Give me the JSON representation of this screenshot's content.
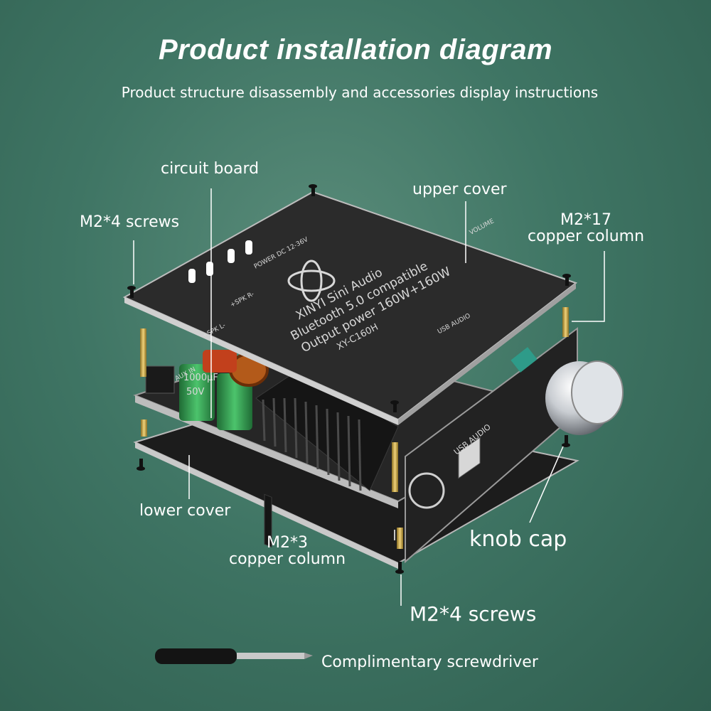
{
  "header": {
    "title": "Product installation diagram",
    "subtitle": "Product structure disassembly and accessories display instructions"
  },
  "labels": {
    "circuit_board": "circuit board",
    "upper_cover": "upper cover",
    "m2x4_screws_top": "M2*4 screws",
    "m2x17_line1": "M2*17",
    "m2x17_line2": "copper column",
    "lower_cover": "lower cover",
    "m2x3_line1": "M2*3",
    "m2x3_line2": "copper column",
    "knob_cap": "knob cap",
    "m2x4_screws_bottom": "M2*4 screws",
    "screwdriver": "Complimentary screwdriver"
  },
  "board_print": {
    "line1": "XINYI Sini Audio",
    "line2": "Bluetooth 5.0 compatible",
    "line3": "Output power 160W+160W",
    "model": "XY-C160H",
    "aux": "AUX IN",
    "volume": "VOLUME",
    "usb": "USB AUDIO",
    "power": "POWER DC 12-36V",
    "spk_r": "+SPK R-",
    "spk_l": "+SPK L-",
    "cap_value": "1000µF",
    "cap_voltage": "50V",
    "usb_side": "USB AUDIO"
  },
  "colors": {
    "background": "#3f7564",
    "text": "#ffffff",
    "board": "#2b2b2b",
    "brass": "#c8a94a",
    "capacitor": "#3aa35a"
  }
}
